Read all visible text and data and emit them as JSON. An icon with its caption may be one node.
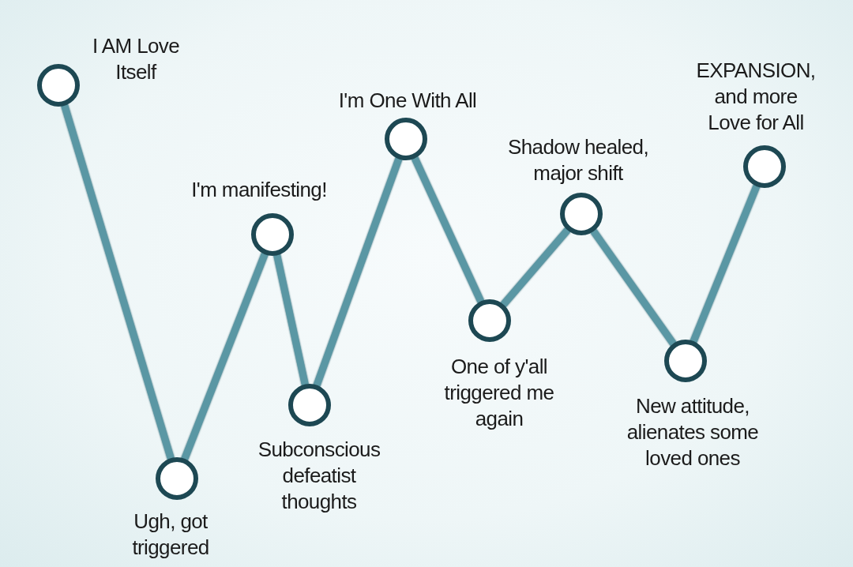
{
  "diagram": {
    "nodes": [
      {
        "text": [],
        "shape": "circle",
        "beside": [
          "I AM Love Itself"
        ]
      },
      {
        "text": [],
        "shape": "circle",
        "beside": [
          "Ugh, got triggered"
        ]
      },
      {
        "text": [],
        "shape": "circle",
        "beside": [
          "I'm manifesting!"
        ]
      },
      {
        "text": [],
        "shape": "circle",
        "beside": [
          "Subconscious defeatist thoughts"
        ]
      },
      {
        "text": [],
        "shape": "circle",
        "beside": [
          "I'm One With All"
        ]
      },
      {
        "text": [],
        "shape": "circle",
        "beside": [
          "One of y'all triggered me again"
        ]
      },
      {
        "text": [],
        "shape": "circle",
        "beside": [
          "Shadow healed, major shift"
        ]
      },
      {
        "text": [],
        "shape": "circle",
        "beside": [
          "New attitude, alienates some loved ones"
        ]
      },
      {
        "text": [],
        "shape": "circle",
        "beside": [
          "EXPANSION, and more Love for All"
        ]
      }
    ],
    "edges": [
      {
        "from": 0,
        "to": 1,
        "arrow": "none"
      },
      {
        "from": 1,
        "to": 2,
        "arrow": "none"
      },
      {
        "from": 2,
        "to": 3,
        "arrow": "none"
      },
      {
        "from": 3,
        "to": 4,
        "arrow": "none"
      },
      {
        "from": 4,
        "to": 5,
        "arrow": "none"
      },
      {
        "from": 5,
        "to": 6,
        "arrow": "none"
      },
      {
        "from": 6,
        "to": 7,
        "arrow": "none"
      },
      {
        "from": 7,
        "to": 8,
        "arrow": "none"
      }
    ]
  }
}
